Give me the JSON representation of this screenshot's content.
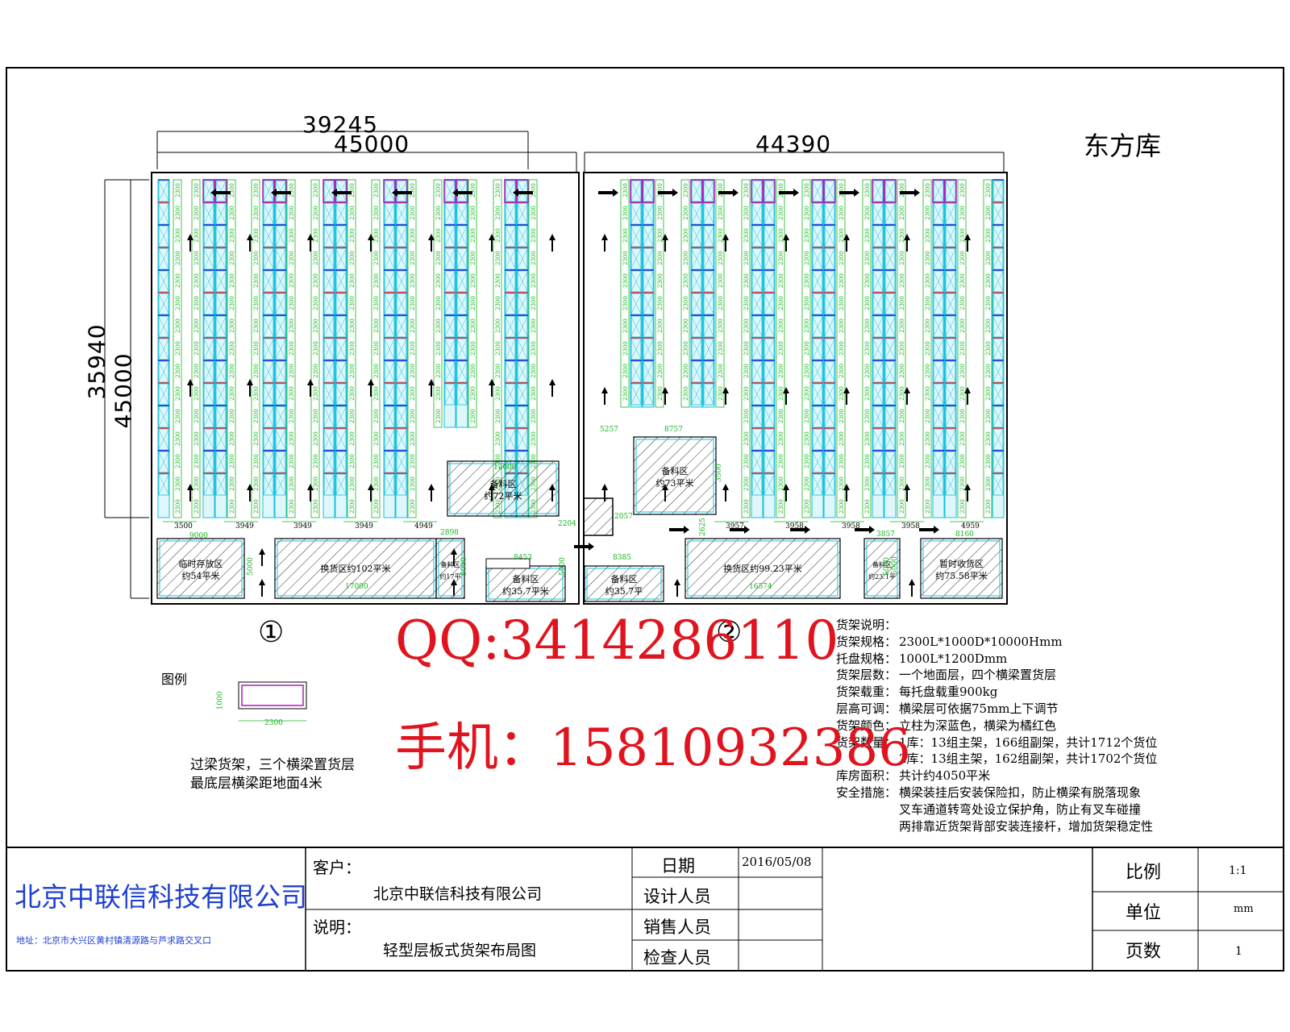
{
  "title": "东方库",
  "dimensions": {
    "top_left_1": "39245",
    "top_left_2": "45000",
    "top_right": "44390",
    "left_1": "35940",
    "left_2": "45000"
  },
  "bottom_gaps": [
    "3500",
    "3949",
    "3949",
    "3949",
    "4949",
    "3957",
    "3958",
    "3958",
    "3958",
    "4959"
  ],
  "rack_label": "2300",
  "small_dims": [
    "5257",
    "8757",
    "2057",
    "2625",
    "3500",
    "2898",
    "2204",
    "12000",
    "9000",
    "8453",
    "8385",
    "3857",
    "8160",
    "17000",
    "16574",
    "5000"
  ],
  "zones": [
    {
      "line1": "备料区",
      "line2": "约72平米"
    },
    {
      "line1": "备料区",
      "line2": "约73平米"
    },
    {
      "line1": "临时存放区",
      "line2": "约54平米"
    },
    {
      "line1": "换货区约102平米",
      "line2": ""
    },
    {
      "line1": "备料区",
      "line2": "约17平"
    },
    {
      "line1": "备料区",
      "line2": "约35.7平米"
    },
    {
      "line1": "备料区",
      "line2": "约35.7平"
    },
    {
      "line1": "换货区约99.23平米",
      "line2": ""
    },
    {
      "line1": "备料区",
      "line2": "约23.1平"
    },
    {
      "line1": "暂时收货区",
      "line2": "约75.58平米"
    }
  ],
  "markers": [
    "①",
    "②"
  ],
  "legend": {
    "title": "图例",
    "dim_w": "2300",
    "dim_h": "1000",
    "desc1": "过梁货架，三个横梁置货层",
    "desc2": "最底层横梁距地面4米"
  },
  "overlay": {
    "qq": "QQ:3414286110",
    "phone": "手机：15810932386"
  },
  "notes": {
    "header": "货架说明：",
    "rows": [
      {
        "k": "货架规格：",
        "v": "2300L*1000D*10000Hmm"
      },
      {
        "k": "托盘规格：",
        "v": "1000L*1200Dmm"
      },
      {
        "k": "货架层数：",
        "v": "一个地面层，四个横梁置货层"
      },
      {
        "k": "货架载重：",
        "v": "每托盘载重900kg"
      },
      {
        "k": "层高可调：",
        "v": "横梁层可依据75mm上下调节"
      },
      {
        "k": "货架颜色：",
        "v": "立柱为深蓝色，横梁为橘红色"
      },
      {
        "k": "货架数量：",
        "v": "1库：13组主架，166组副架，共计1712个货位"
      },
      {
        "k": "",
        "v": "2库：13组主架，162组副架，共计1702个货位"
      },
      {
        "k": "库房面积：",
        "v": "共计约4050平米"
      },
      {
        "k": "安全措施：",
        "v": "横梁装挂后安装保险扣，防止横梁有脱落现象"
      },
      {
        "k": "",
        "v": "叉车通道转弯处设立保护角，防止有叉车碰撞"
      },
      {
        "k": "",
        "v": "两排靠近货架背部安装连接杆，增加货架稳定性"
      }
    ]
  },
  "title_block": {
    "company": "北京中联信科技有限公司",
    "address": "地址：北京市大兴区黄村镇清源路与芦求路交叉口",
    "client_label": "客户：",
    "client_value": "北京中联信科技有限公司",
    "desc_label": "说明：",
    "desc_value": "轻型层板式货架布局图",
    "date_label": "日期",
    "date_value": "2016/05/08",
    "designer_label": "设计人员",
    "sales_label": "销售人员",
    "checker_label": "检查人员",
    "scale_label": "比例",
    "scale_value": "1:1",
    "unit_label": "单位",
    "unit_value": "mm",
    "page_label": "页数",
    "page_value": "1"
  },
  "colors": {
    "rack_cyan": "#16c1dc",
    "beam_blue": "#1d1dd6",
    "beam_red": "#e8242c",
    "green_dim": "#12b41c",
    "magenta": "#b01ab8",
    "overlay_red": "#e0141e"
  }
}
